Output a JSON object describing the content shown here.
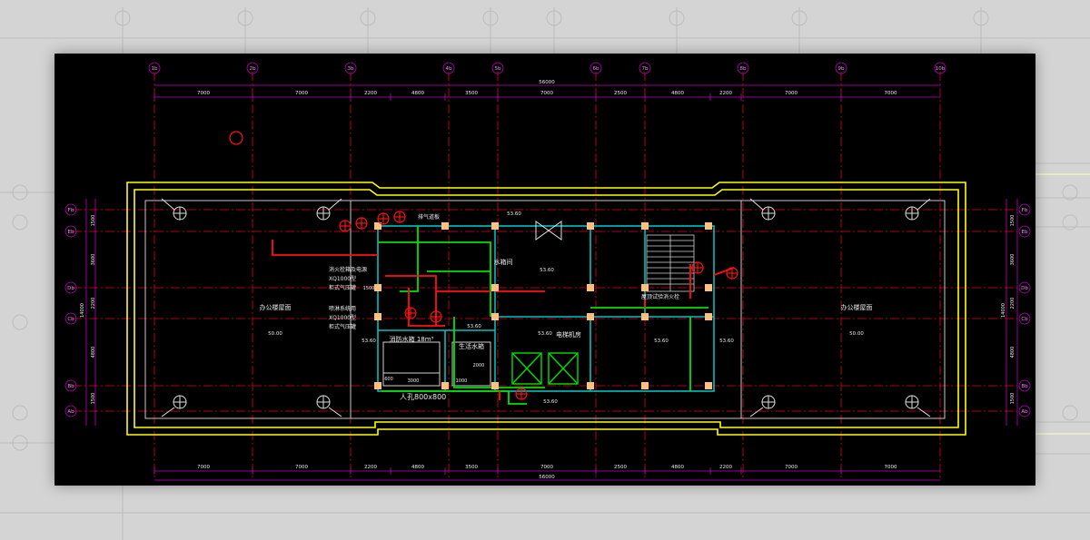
{
  "dimensions": {
    "top": [
      "7000",
      "7000",
      "2200",
      "4800",
      "3500",
      "7000",
      "2500",
      "4800",
      "2200",
      "7000",
      "7000"
    ],
    "bottom": [
      "7000",
      "7000",
      "2200",
      "4800",
      "3500",
      "7000",
      "2500",
      "4800",
      "2200",
      "7000",
      "7000"
    ],
    "total": "56000",
    "left": [
      "1500",
      "3600",
      "2200",
      "4800",
      "1500"
    ],
    "left_total": "14000",
    "right": [
      "1500",
      "3600",
      "2200",
      "4800",
      "1500"
    ],
    "right_total": "14000"
  },
  "axis_labels": {
    "columns": [
      "1b",
      "2b",
      "3b",
      "4b",
      "5b",
      "6b",
      "7b",
      "8b",
      "9b",
      "10b"
    ],
    "rows": [
      "Fb",
      "Eb",
      "Db",
      "Cb",
      "Bb",
      "Ab"
    ]
  },
  "rooms": {
    "left_office": "办公楼屋面",
    "right_office": "办公楼屋面",
    "water_tank_room": "水箱间",
    "elevator_machine_room": "电梯机房",
    "fire_water_tank": "消防水箱 18m³",
    "life_water_tank": "生活水箱"
  },
  "annotations": {
    "exhaust_fan": "排气道板",
    "fire_hydrant_1": "消火栓箱及电源",
    "fire_hydrant_2": "XQ1000型",
    "fire_hydrant_3": "柜式气压罐",
    "spray_1": "喷淋系统用",
    "spray_2": "XQ1000型",
    "spray_3": "柜式气压罐",
    "test_hydrant": "屋顶试验消火栓",
    "manhole": "人孔800x800"
  },
  "levels": {
    "left_roof": "50.00",
    "right_roof": "50.00",
    "water_room": "53.60",
    "tank_room": "53.60",
    "elev_room": "53.60",
    "core_top": "53.60",
    "mid_left": "53.60",
    "right_mid": "53.60",
    "right_core": "53.60",
    "bottom_core": "53.60"
  },
  "small_dims": {
    "d1": "600",
    "d2": "2000",
    "d3": "1000",
    "d4": "3000",
    "d5": "1500"
  },
  "colors": {
    "grid": "#e0002a",
    "dimension": "#c000c0",
    "wall_yellow": "#ffff00",
    "pipe_green": "#00e000",
    "pipe_red": "#ff1010",
    "wall_cyan": "#00c0c0",
    "column": "#ffc080"
  }
}
